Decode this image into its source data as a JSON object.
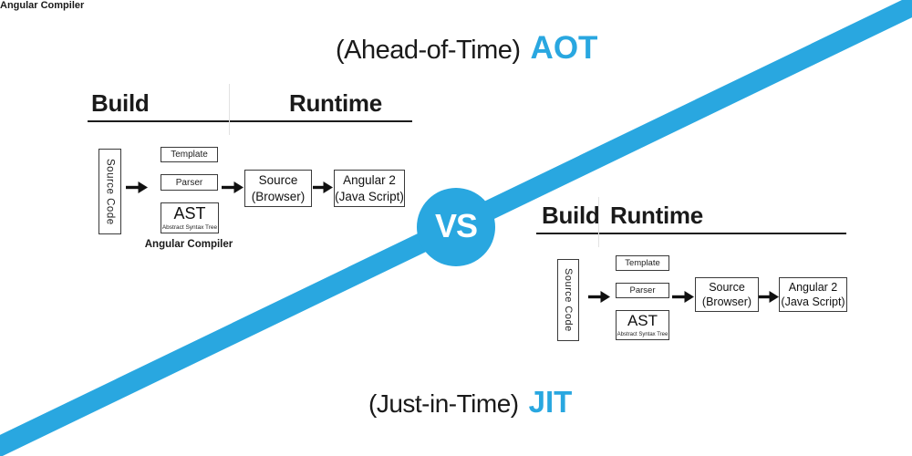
{
  "colors": {
    "accent_blue": "#29a7e0",
    "ink": "#1a1a1a",
    "box_border": "#3a3a3a"
  },
  "vs_badge": "VS",
  "aot": {
    "title_prefix": "(Ahead-of-Time)",
    "title_abbr": "AOT",
    "phase_build": "Build",
    "phase_runtime": "Runtime",
    "source_code_label": "Source Code",
    "template_label": "Template",
    "parser_label": "Parser",
    "ast_label": "AST",
    "ast_subtitle": "Abstract Syntax Tree",
    "compiler_caption": "Angular Compiler",
    "browser_box_line1": "Source",
    "browser_box_line2": "(Browser)",
    "output_box_line1": "Angular 2",
    "output_box_line2": "(Java Script)"
  },
  "jit": {
    "title_prefix": "(Just-in-Time)",
    "title_abbr": "JIT",
    "phase_build": "Build",
    "phase_runtime": "Runtime",
    "source_code_label": "Source Code",
    "template_label": "Template",
    "parser_label": "Parser",
    "ast_label": "AST",
    "ast_subtitle": "Abstract Syntax Tree",
    "compiler_caption": "Angular Compiler",
    "browser_box_line1": "Source",
    "browser_box_line2": "(Browser)",
    "output_box_line1": "Angular 2",
    "output_box_line2": "(Java Script)"
  }
}
